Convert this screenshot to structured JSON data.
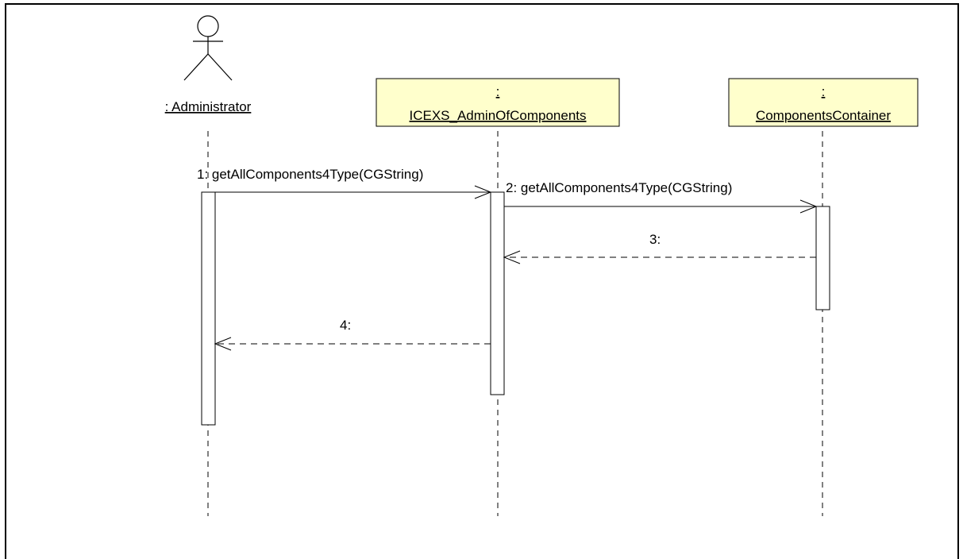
{
  "lifelines": [
    {
      "id": "admin",
      "kind": "actor",
      "label": ": Administrator"
    },
    {
      "id": "adminOfComponents",
      "kind": "object",
      "prefix": ":",
      "label": "ICEXS_AdminOfComponents"
    },
    {
      "id": "container",
      "kind": "object",
      "prefix": ":",
      "label": "ComponentsContainer"
    }
  ],
  "messages": [
    {
      "from": "admin",
      "to": "adminOfComponents",
      "label": "1: getAllComponents4Type(CGString)",
      "style": "sync"
    },
    {
      "from": "adminOfComponents",
      "to": "container",
      "label": "2: getAllComponents4Type(CGString)",
      "style": "sync"
    },
    {
      "from": "container",
      "to": "adminOfComponents",
      "label": "3:",
      "style": "return"
    },
    {
      "from": "adminOfComponents",
      "to": "admin",
      "label": "4:",
      "style": "return"
    }
  ],
  "colors": {
    "object_fill": "#ffffcc",
    "line": "#000000"
  }
}
